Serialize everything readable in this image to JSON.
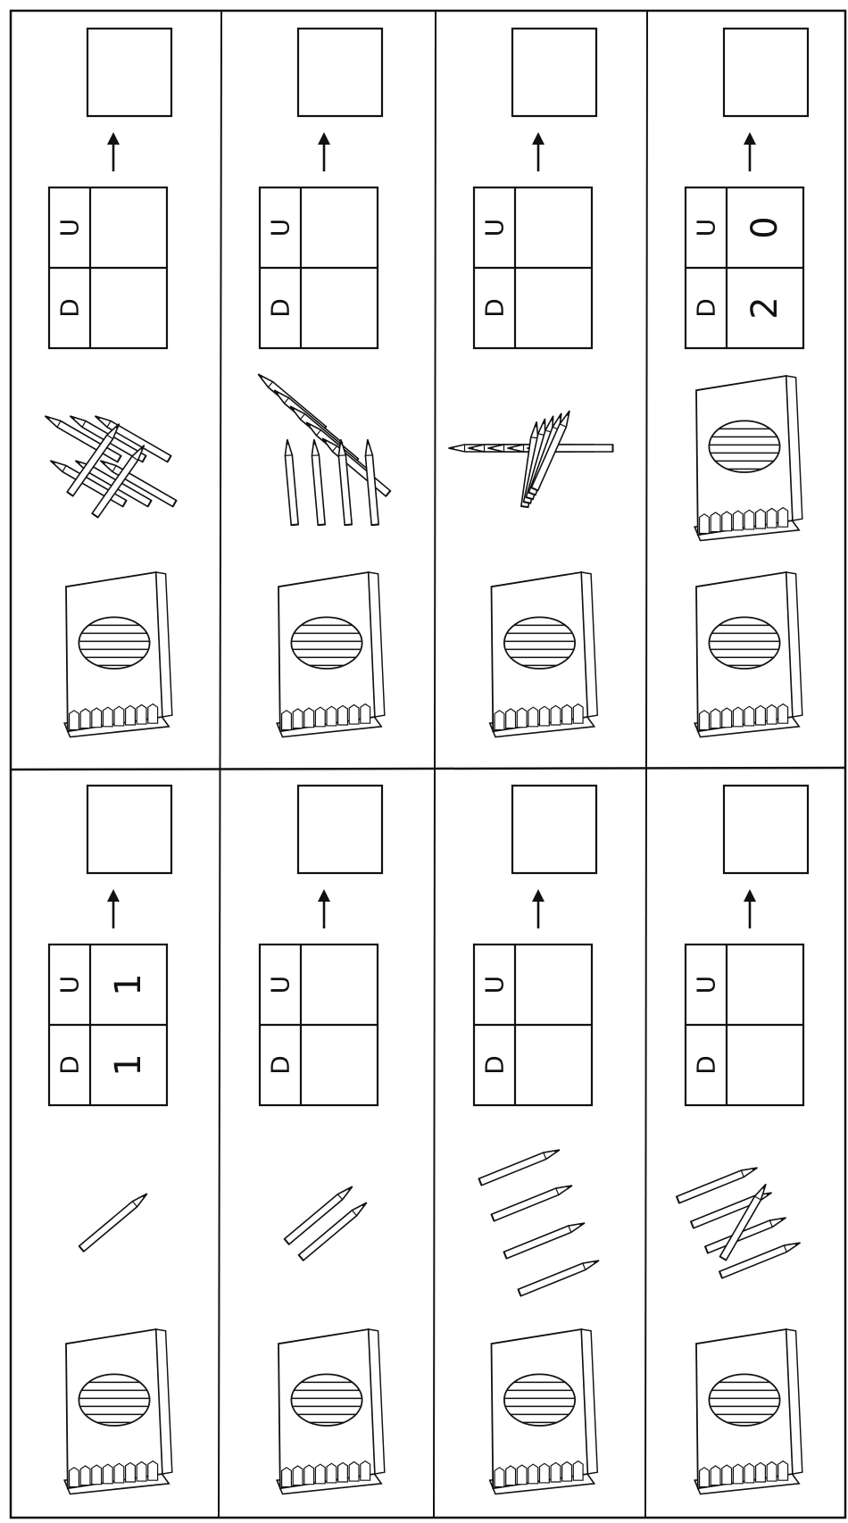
{
  "worksheet": {
    "labels": {
      "tens": "D",
      "units": "U"
    },
    "columns": [
      {
        "top": {
          "pencils_loose": 8,
          "answer_tens": "",
          "answer_units": "",
          "result": ""
        },
        "bottom": {
          "pencils_loose": 1,
          "answer_tens": "1",
          "answer_units": "1",
          "result": ""
        }
      },
      {
        "top": {
          "pencils_loose": 9,
          "answer_tens": "",
          "answer_units": "",
          "result": ""
        },
        "bottom": {
          "pencils_loose": 2,
          "answer_tens": "",
          "answer_units": "",
          "result": ""
        }
      },
      {
        "top": {
          "pencils_loose": 10,
          "answer_tens": "",
          "answer_units": "",
          "result": ""
        },
        "bottom": {
          "pencils_loose": 4,
          "answer_tens": "",
          "answer_units": "",
          "result": ""
        }
      },
      {
        "top": {
          "pencils_loose": 0,
          "answer_tens": "2",
          "answer_units": "0",
          "result": ""
        },
        "bottom": {
          "pencils_loose": 5,
          "answer_tens": "",
          "answer_units": "",
          "result": ""
        }
      }
    ]
  },
  "colors": {
    "ink": "#111111",
    "paper": "#ffffff"
  }
}
